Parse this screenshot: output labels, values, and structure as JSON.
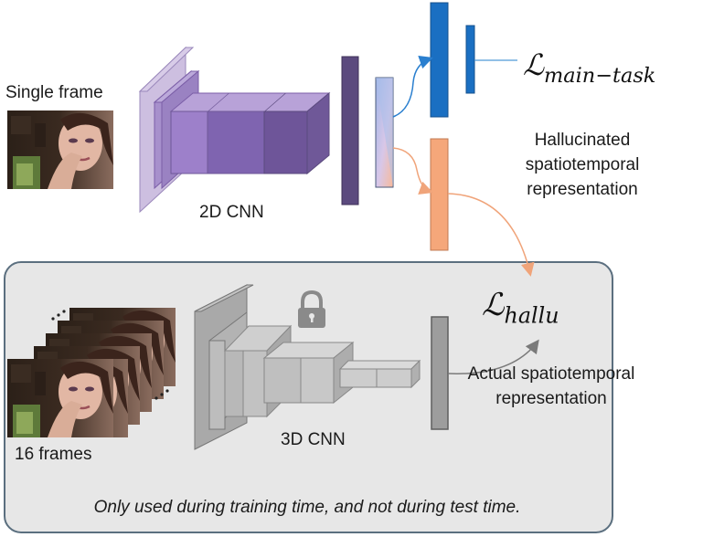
{
  "inputs": {
    "single_frame_label": "Single frame",
    "multi_frame_label": "16 frames"
  },
  "networks": {
    "cnn2d_label": "2D CNN",
    "cnn3d_label": "3D CNN"
  },
  "representations": {
    "hallucinated_label": "Hallucinated spatiotemporal representation",
    "actual_label": "Actual spatiotemporal representation"
  },
  "losses": {
    "main_symbol": "ℒ",
    "main_subscript": "main−task",
    "hallu_symbol": "ℒ",
    "hallu_subscript": "hallu"
  },
  "footer": {
    "note": "Only used during training time, and not during test time."
  },
  "colors": {
    "cnn2d_purple": "#7b5ea7",
    "feature_dark_purple": "#5b4a7e",
    "main_blue": "#1a6fc2",
    "hallu_orange": "#f5a77a",
    "cnn3d_gray": "#a6a6a6",
    "panel_gray": "#e7e7e7"
  },
  "icons": {
    "lock": "lock-icon",
    "ellipsis": "ellipsis-icon"
  }
}
